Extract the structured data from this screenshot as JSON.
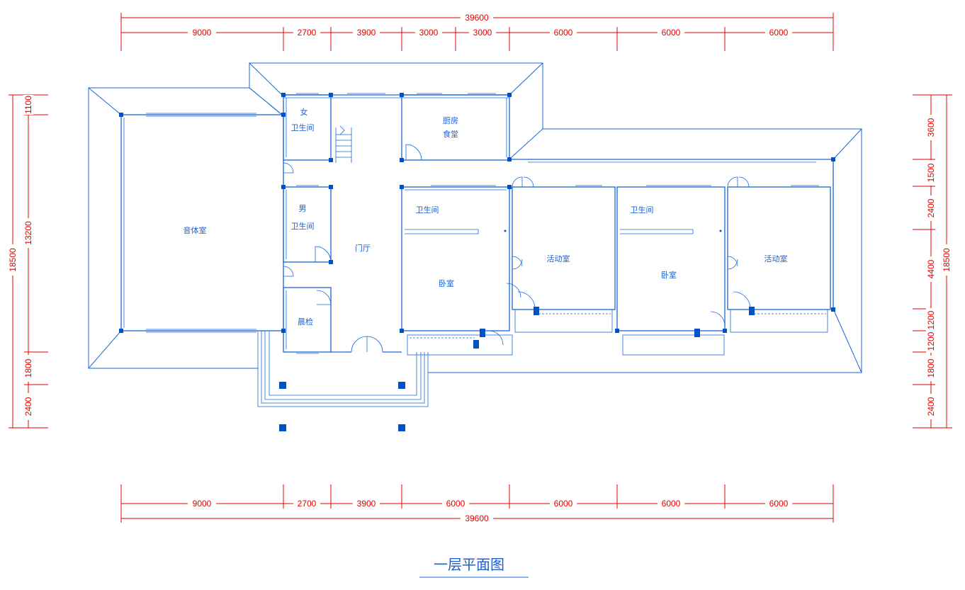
{
  "title": "一层平面图",
  "dimensions": {
    "top_total": "39600",
    "top_segments": [
      "9000",
      "2700",
      "3900",
      "3000",
      "3000",
      "6000",
      "6000",
      "6000"
    ],
    "bottom_total": "39600",
    "bottom_segments": [
      "9000",
      "2700",
      "3900",
      "6000",
      "6000",
      "6000",
      "6000"
    ],
    "left_total": "18500",
    "left_segments": [
      "1100",
      "13200",
      "1800",
      "2400"
    ],
    "right_total": "18500",
    "right_segments": [
      "3600",
      "1500",
      "2400",
      "4400",
      "1200",
      "1200",
      "1800",
      "2400"
    ]
  },
  "rooms": {
    "music_hall": "音体室",
    "female_label": "女",
    "female_wc": "卫生间",
    "male_label": "男",
    "male_wc": "卫生间",
    "kitchen_1": "厨房",
    "kitchen_2": "食堂",
    "lobby": "门厅",
    "morning_check": "晨检",
    "wc_1": "卫生间",
    "bedroom_1": "卧室",
    "activity_1": "活动室",
    "wc_2": "卫生间",
    "bedroom_2": "卧室",
    "activity_2": "活动室"
  },
  "colors": {
    "dimension": "#e60000",
    "wall": "#1a66d9",
    "column": "#0050c8"
  }
}
